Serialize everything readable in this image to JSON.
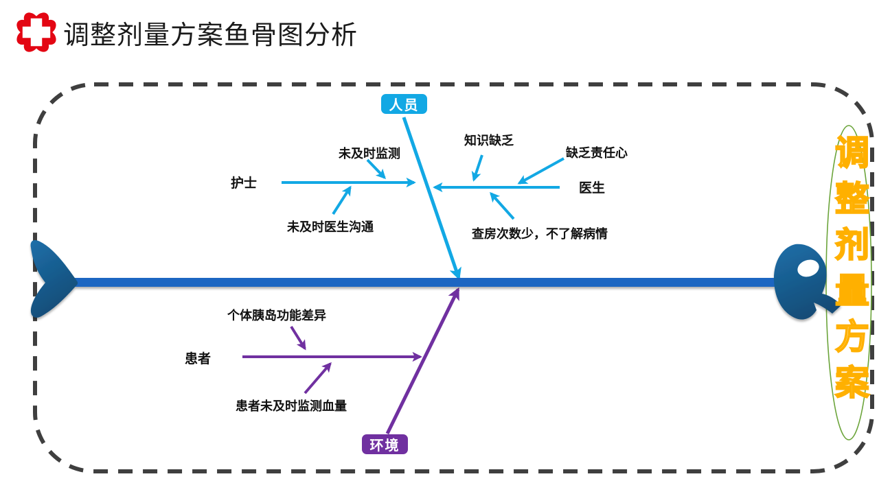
{
  "header": {
    "title": "调整剂量方案鱼骨图分析",
    "logo_icon": "hospital-red-cross-icon"
  },
  "fishbone": {
    "effect_label": "调整剂量方案",
    "top_branch": {
      "category": "人员",
      "left_sub": {
        "owner": "护士",
        "cause_above": "未及时监测",
        "cause_below": "未及时医生沟通"
      },
      "right_sub": {
        "owner": "医生",
        "cause_above_1": "知识缺乏",
        "cause_above_2": "缺乏责任心",
        "cause_below": "查房次数少，不了解病情"
      }
    },
    "bottom_branch": {
      "category": "环境",
      "sub": {
        "owner": "患者",
        "cause_above": "个体胰岛功能差异",
        "cause_below": "患者未及时监测血量"
      }
    },
    "colors": {
      "spine_blue": "#1a66c2",
      "fish_body_blue": "#155a84",
      "personnel_cyan": "#12a8e4",
      "environment_purple": "#7030a0",
      "effect_gold": "#ffc000",
      "ellipse_green": "#6ba43a",
      "dashed_border_gray": "#3f3f3f",
      "logo_red": "#e30613"
    }
  }
}
